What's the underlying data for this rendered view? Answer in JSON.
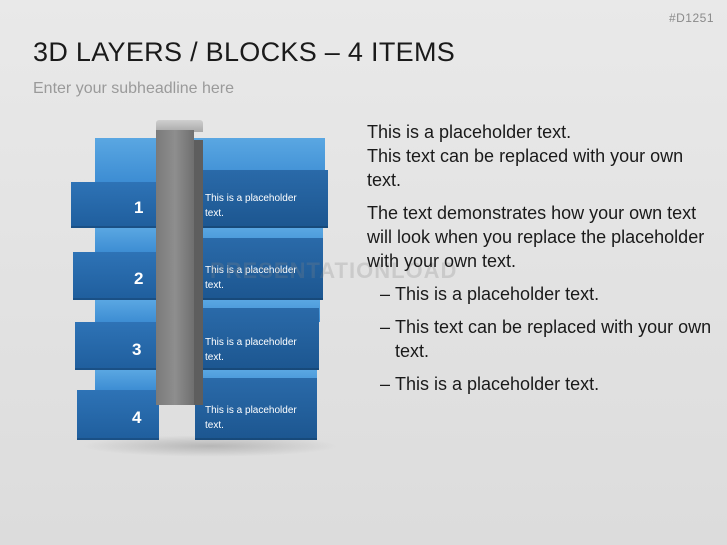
{
  "slide_id": "#D1251",
  "title": "3D LAYERS / BLOCKS – 4 ITEMS",
  "subtitle": "Enter your subheadline here",
  "blocks": [
    {
      "number": "1",
      "text": "This is a placeholder text."
    },
    {
      "number": "2",
      "text": "This is a placeholder text."
    },
    {
      "number": "3",
      "text": "This is a placeholder text."
    },
    {
      "number": "4",
      "text": "This is a placeholder text."
    }
  ],
  "watermark": "PRESENTATIONLOAD",
  "body": {
    "paragraph_1_line_1": "This is a placeholder text.",
    "paragraph_1_line_2": "This text can be replaced with your own text.",
    "paragraph_2": "The text demonstrates how your own text will look when you replace the placeholder with your own text.",
    "bullets": [
      "This is a placeholder text.",
      "This text can be replaced with your own text.",
      "This is a placeholder text."
    ]
  },
  "colors": {
    "block_blue": "#2e73b6",
    "block_top": "#5aa7e2",
    "pillar_gray": "#8e8e8e"
  }
}
